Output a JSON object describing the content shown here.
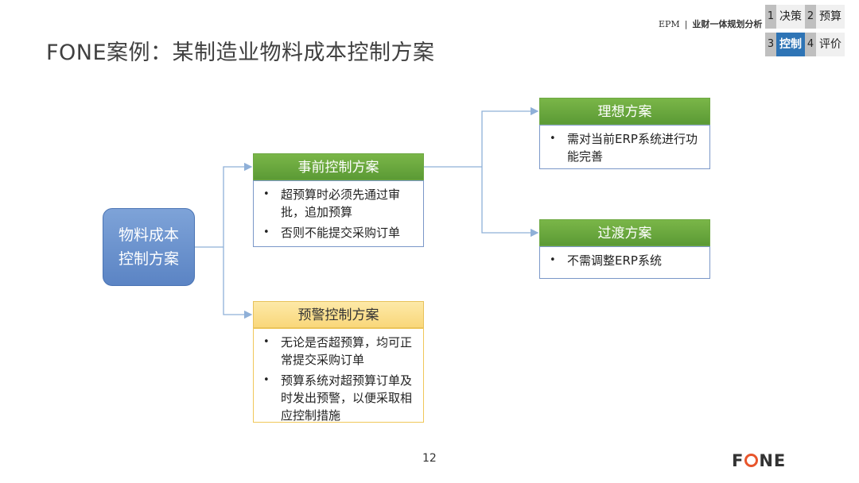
{
  "title": "FONE案例：某制造业物料成本控制方案",
  "crumb": {
    "epm": "EPM",
    "sep": "|",
    "sub": "业财一体规划分析"
  },
  "nav": [
    {
      "num": "1",
      "label": "决策"
    },
    {
      "num": "2",
      "label": "预算"
    },
    {
      "num": "3",
      "label": "控制",
      "active": true
    },
    {
      "num": "4",
      "label": "评价"
    }
  ],
  "root": "物料成本控制方案",
  "pre": {
    "title": "事前控制方案",
    "items": [
      "超预算时必须先通过审批，追加预算",
      "否则不能提交采购订单"
    ]
  },
  "ideal": {
    "title": "理想方案",
    "items": [
      "需对当前ERP系统进行功能完善"
    ]
  },
  "transition": {
    "title": "过渡方案",
    "items": [
      "不需调整ERP系统"
    ]
  },
  "warning": {
    "title": "预警控制方案",
    "items": [
      "无论是否超预算，均可正常提交采购订单",
      "预算系统对超预算订单及时发出预警，以便采取相应控制措施"
    ]
  },
  "page_number": "12",
  "logo": {
    "left": "F",
    "right": "NE"
  },
  "colors": {
    "green": "#6ea843",
    "yellow": "#f9d77a",
    "blue": "#5b84c4",
    "active_nav": "#2e74b5"
  }
}
